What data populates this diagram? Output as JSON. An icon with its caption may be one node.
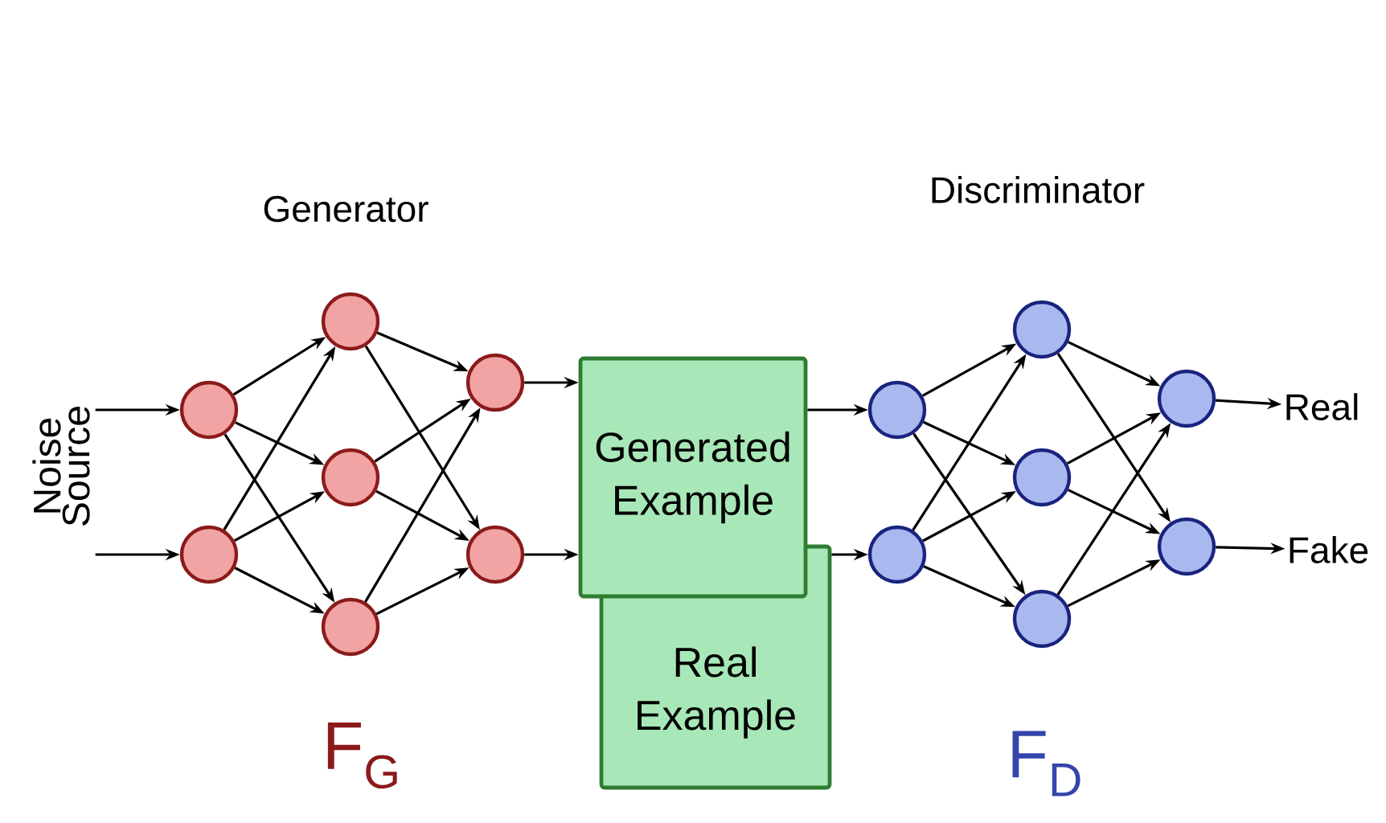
{
  "diagram": {
    "nodes": [
      {
        "text": [
          "Noise Source"
        ]
      },
      {
        "text": [],
        "shape": "circle"
      },
      {
        "text": [],
        "shape": "circle"
      },
      {
        "text": [],
        "shape": "circle"
      },
      {
        "text": [],
        "shape": "circle"
      },
      {
        "text": [],
        "shape": "circle"
      },
      {
        "text": [],
        "shape": "circle"
      },
      {
        "text": [],
        "shape": "circle"
      },
      {
        "text": [
          "Generated Example"
        ]
      },
      {
        "text": [
          "Real Example"
        ]
      },
      {
        "text": [],
        "shape": "circle"
      },
      {
        "text": [],
        "shape": "circle"
      },
      {
        "text": [],
        "shape": "circle"
      },
      {
        "text": [],
        "shape": "circle"
      },
      {
        "text": [],
        "shape": "circle"
      },
      {
        "text": [],
        "shape": "circle"
      },
      {
        "text": [],
        "shape": "circle"
      },
      {
        "text": [
          "Real"
        ]
      },
      {
        "text": [
          "Fake"
        ]
      }
    ],
    "edges": [
      {
        "from": 0,
        "to": 1,
        "arrow": "to"
      },
      {
        "from": 0,
        "to": 2,
        "arrow": "to"
      },
      {
        "from": 1,
        "to": 3,
        "arrow": "to"
      },
      {
        "from": 1,
        "to": 4,
        "arrow": "to"
      },
      {
        "from": 1,
        "to": 5,
        "arrow": "to"
      },
      {
        "from": 2,
        "to": 3,
        "arrow": "to"
      },
      {
        "from": 2,
        "to": 4,
        "arrow": "to"
      },
      {
        "from": 2,
        "to": 5,
        "arrow": "to"
      },
      {
        "from": 3,
        "to": 6,
        "arrow": "to"
      },
      {
        "from": 3,
        "to": 7,
        "arrow": "to"
      },
      {
        "from": 4,
        "to": 6,
        "arrow": "to"
      },
      {
        "from": 4,
        "to": 7,
        "arrow": "to"
      },
      {
        "from": 5,
        "to": 6,
        "arrow": "to"
      },
      {
        "from": 5,
        "to": 7,
        "arrow": "to"
      },
      {
        "from": 6,
        "to": 8,
        "arrow": "to"
      },
      {
        "from": 7,
        "to": 8,
        "arrow": "to"
      },
      {
        "from": 8,
        "to": 10,
        "arrow": "to"
      },
      {
        "from": 9,
        "to": 11,
        "arrow": "to"
      },
      {
        "from": 10,
        "to": 12,
        "arrow": "to"
      },
      {
        "from": 10,
        "to": 13,
        "arrow": "to"
      },
      {
        "from": 10,
        "to": 14,
        "arrow": "to"
      },
      {
        "from": 11,
        "to": 12,
        "arrow": "to"
      },
      {
        "from": 11,
        "to": 13,
        "arrow": "to"
      },
      {
        "from": 11,
        "to": 14,
        "arrow": "to"
      },
      {
        "from": 12,
        "to": 15,
        "arrow": "to"
      },
      {
        "from": 12,
        "to": 16,
        "arrow": "to"
      },
      {
        "from": 13,
        "to": 15,
        "arrow": "to"
      },
      {
        "from": 13,
        "to": 16,
        "arrow": "to"
      },
      {
        "from": 14,
        "to": 15,
        "arrow": "to"
      },
      {
        "from": 14,
        "to": 16,
        "arrow": "to"
      },
      {
        "from": 15,
        "to": 17,
        "arrow": "to"
      },
      {
        "from": 16,
        "to": 18,
        "arrow": "to"
      }
    ],
    "labels": [
      "Generator",
      "Discriminator",
      "F$_{G}$",
      "F$_{D}$"
    ]
  }
}
